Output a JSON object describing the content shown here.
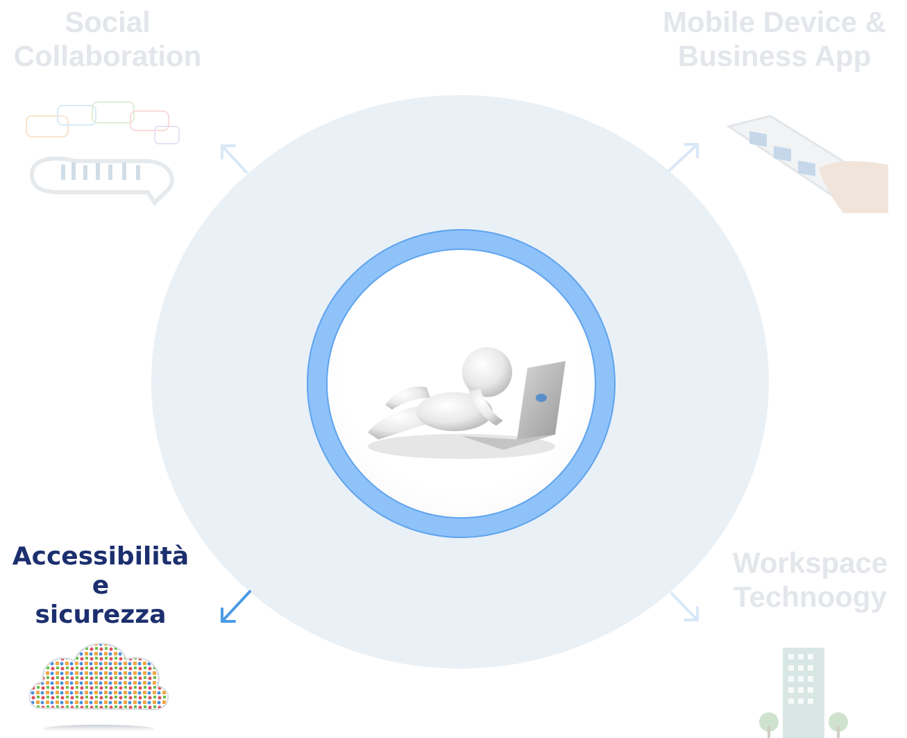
{
  "center": {
    "illustration": "person-on-laptop-illustration"
  },
  "nodes": [
    {
      "id": "social",
      "line1": "Social",
      "line2": "Collaboration",
      "state": "faded",
      "icon": "social-collaboration-image"
    },
    {
      "id": "mobile",
      "line1": "Mobile Device &",
      "line2": "Business App",
      "state": "faded",
      "icon": "tablet-business-app-image"
    },
    {
      "id": "access",
      "line1": "Accessibilità e",
      "line2": "sicurezza",
      "state": "active",
      "icon": "cloud-apps-image"
    },
    {
      "id": "workspace",
      "line1": "Workspace",
      "line2": "Technoogy",
      "state": "faded",
      "icon": "building-image"
    }
  ],
  "colors": {
    "disc": "#e9f0f6",
    "ring": "#8ec2f9",
    "active_text": "#1c2f6e",
    "faded_text": "#e3e6ea",
    "active_arrow": "#4a9ae6",
    "faded_arrow": "#d9e8f7"
  }
}
